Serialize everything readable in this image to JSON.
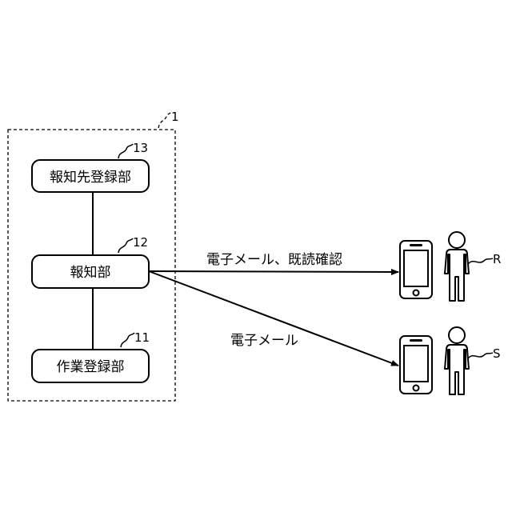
{
  "system": {
    "ref": "1"
  },
  "nodes": {
    "notify_dest_reg": {
      "label": "報知先登録部",
      "ref": "13"
    },
    "notify": {
      "label": "報知部",
      "ref": "12"
    },
    "work_reg": {
      "label": "作業登録部",
      "ref": "11"
    }
  },
  "edges": {
    "to_r": {
      "label": "電子メール、既読確認"
    },
    "to_s": {
      "label": "電子メール"
    }
  },
  "persons": {
    "r": {
      "label": "R"
    },
    "s": {
      "label": "S"
    }
  }
}
